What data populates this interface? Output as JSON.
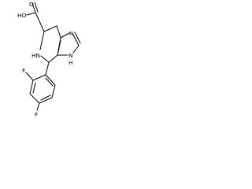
{
  "molecule": {
    "atom_labels": {
      "carboxyl_o": "O",
      "carboxyl_oh": "HO",
      "imidazole_n": "N",
      "imidazole_nh": "N",
      "imidazole_h": "H",
      "ring_nh": "HN",
      "fluoro_ortho": "F",
      "fluoro_para": "F"
    },
    "colors": {
      "bond": "#000000",
      "text": "#000000",
      "background": "#ffffff"
    }
  }
}
